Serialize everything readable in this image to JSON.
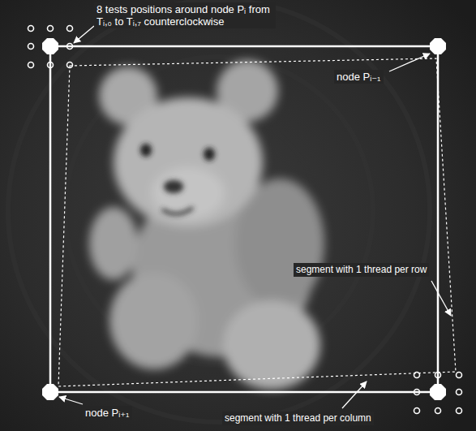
{
  "diagram": {
    "labels": [
      "8 tests positions around node Pᵢ from Tᵢ,₀ to Tᵢ,₇ counterclockwise",
      "node Pᵢ₋₁",
      "segment with 1 thread per row",
      "node Pᵢ₊₁",
      "segment with 1 thread per column"
    ]
  }
}
